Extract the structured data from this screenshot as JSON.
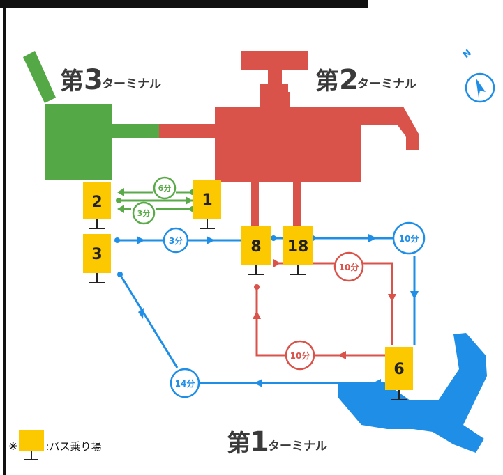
{
  "terminals": {
    "t3": {
      "prefix": "第",
      "number": "3",
      "suffix": "ターミナル",
      "color": "#55a846"
    },
    "t2": {
      "prefix": "第",
      "number": "2",
      "suffix": "ターミナル",
      "color": "#d9534b"
    },
    "t1": {
      "prefix": "第",
      "number": "1",
      "suffix": "ターミナル",
      "color": "#1e8ee6"
    }
  },
  "stops": {
    "s1": "1",
    "s2": "2",
    "s3": "3",
    "s6": "6",
    "s8": "8",
    "s18": "18",
    "color": "#fcc800"
  },
  "times": {
    "green_6": "6分",
    "green_3": "3分",
    "blue_3": "3分",
    "blue_10": "10分",
    "blue_14": "14分",
    "red_10_upper": "10分",
    "red_10_lower": "10分"
  },
  "compass": {
    "label": "N",
    "icon": "north-arrow-icon"
  },
  "legend": {
    "mark": "※",
    "text": ":バス乗り場"
  },
  "colors": {
    "green": "#5aaa4a",
    "red": "#d9534b",
    "blue": "#1e8ee6",
    "stop": "#fcc800",
    "text": "#3a3a3a"
  }
}
